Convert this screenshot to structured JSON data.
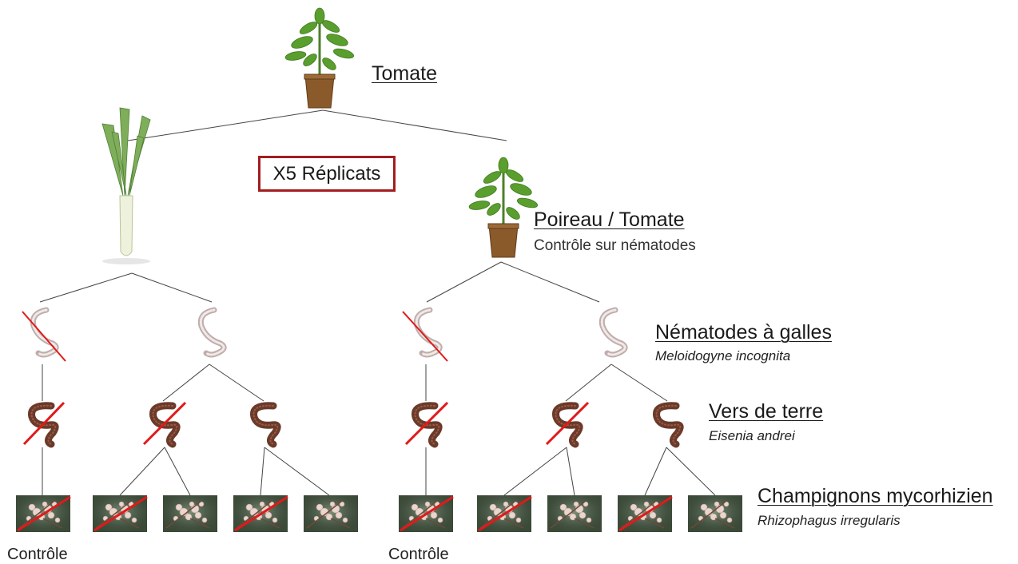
{
  "tomato_label": "Tomate",
  "replicates_label": "X5 Réplicats",
  "leek_tomato_label": "Poireau / Tomate",
  "leek_tomato_sub": "Contrôle sur nématodes",
  "nematodes_label": "Nématodes à galles",
  "nematodes_species": "Meloidogyne incognita",
  "earthworms_label": "Vers de terre",
  "earthworms_species": "Eisenia andrei",
  "fungi_label": "Champignons mycorhizien",
  "fungi_species": "Rhizophagus irregularis",
  "control_label": "Contrôle",
  "colors": {
    "cross": "#e01a1a",
    "box_border": "#a31d1f",
    "pot": "#8b5a2b",
    "leaf": "#5a9e2e",
    "worm": "#6b3a2a",
    "nematode": "#c9b8b5"
  },
  "tree": {
    "left_branch": {
      "plant": "leek",
      "nematodes": [
        {
          "present": false,
          "earthworms": [
            {
              "present": false,
              "fungi": [
                false
              ]
            }
          ]
        },
        {
          "present": true,
          "earthworms": [
            {
              "present": false,
              "fungi": [
                false,
                true
              ]
            },
            {
              "present": true,
              "fungi": [
                false,
                true
              ]
            }
          ]
        }
      ]
    },
    "right_branch": {
      "plant": "tomato",
      "nematodes": [
        {
          "present": false,
          "earthworms": [
            {
              "present": false,
              "fungi": [
                false
              ]
            }
          ]
        },
        {
          "present": true,
          "earthworms": [
            {
              "present": false,
              "fungi": [
                false,
                true
              ]
            },
            {
              "present": true,
              "fungi": [
                false,
                true
              ]
            }
          ]
        }
      ]
    }
  }
}
